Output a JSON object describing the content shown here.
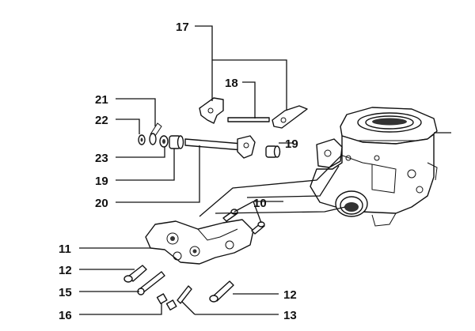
{
  "diagram": {
    "callouts": {
      "c17": "17",
      "c18": "18",
      "c21": "21",
      "c22": "22",
      "c23": "23",
      "c19a": "19",
      "c19b": "19",
      "c20": "20",
      "c10": "10",
      "c11": "11",
      "c12a": "12",
      "c12b": "12",
      "c15": "15",
      "c16": "16",
      "c13": "13"
    }
  }
}
